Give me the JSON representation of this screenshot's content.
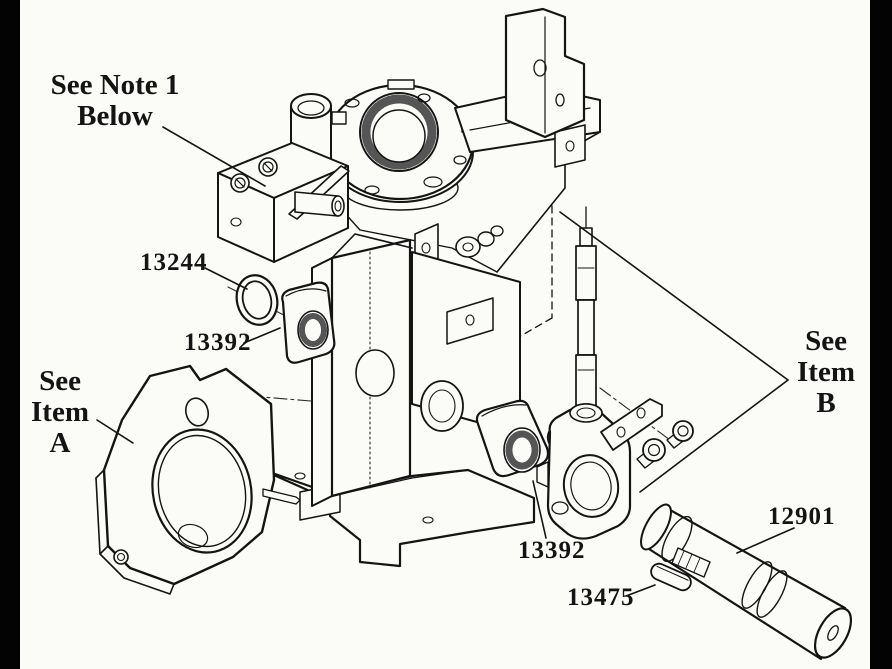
{
  "figure": {
    "background_color": "#fbfcf8",
    "line_color": "#141414",
    "side_bar_color": "#030303",
    "description_type": "exploded-parts-diagram"
  },
  "callouts": {
    "note1_line1": "See Note 1",
    "note1_line2": "Below",
    "item_a_line1": "See",
    "item_a_line2": "Item",
    "item_a_line3": "A",
    "item_b_line1": "See",
    "item_b_line2": "Item",
    "item_b_line3": "B",
    "part_13244": "13244",
    "part_13392_upper": "13392",
    "part_13392_lower": "13392",
    "part_12901": "12901",
    "part_13475": "13475"
  }
}
